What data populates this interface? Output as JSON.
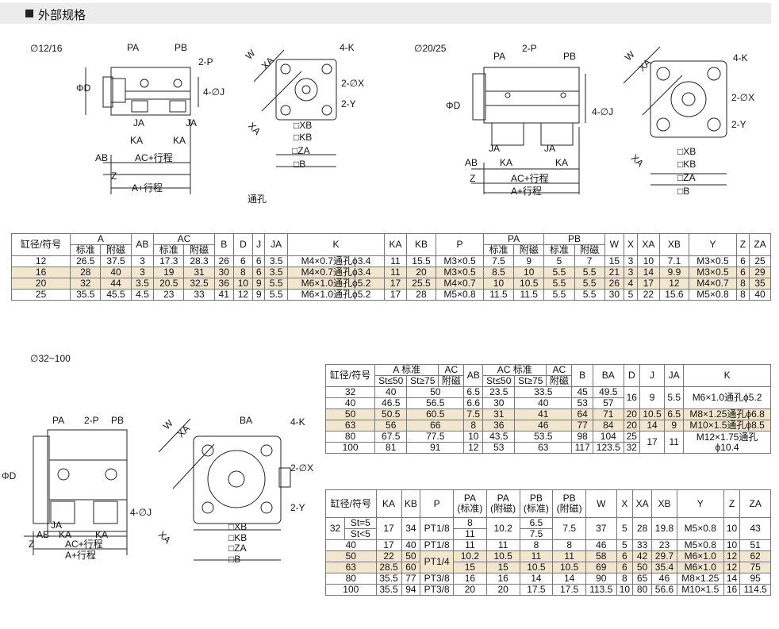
{
  "header": {
    "title": "外部规格"
  },
  "sec1": {
    "d12_label": "∅12/16",
    "d20_label": "∅20/25",
    "through_hole": "通孔",
    "fig1": {
      "PA": "PA",
      "PB": "PB",
      "P2": "2-P",
      "PhiD": "ΦD",
      "J4": "4-∅J",
      "JA1": "JA",
      "JA2": "JA",
      "KA1": "KA",
      "KA2": "KA",
      "AB": "AB",
      "Z": "Z",
      "AC": "AC+行程",
      "A": "A+行程"
    },
    "fig2": {
      "W": "W",
      "XA1": "XA",
      "XA2": "XA",
      "K4": "4-K",
      "X2": "2-∅X",
      "Y2": "2-Y",
      "XB": "□XB",
      "KB": "□KB",
      "ZA": "□ZA",
      "B": "□B"
    },
    "fig3": {
      "PA": "PA",
      "PB": "PB",
      "P2": "2-P",
      "PhiD": "ΦD",
      "J4": "4-∅J",
      "JA1": "JA",
      "JA2": "JA",
      "KA1": "KA",
      "KA2": "KA",
      "AB": "AB",
      "Z": "Z",
      "AC": "AC+行程",
      "A": "A+行程"
    },
    "fig4": {
      "W": "W",
      "XA1": "XA",
      "XA2": "XA",
      "K4": "4-K",
      "X2": "2-∅X",
      "Y2": "2-Y",
      "XB": "□XB",
      "KB": "□KB",
      "ZA": "□ZA",
      "B": "□B"
    }
  },
  "table1": {
    "h1": [
      "缸径/符号",
      "A",
      "AB",
      "AC",
      "B",
      "D",
      "J",
      "JA",
      "K",
      "KA",
      "KB",
      "P",
      "PA",
      "PB",
      "W",
      "X",
      "XA",
      "XB",
      "Y",
      "Z",
      "ZA"
    ],
    "h2": [
      "标准",
      "附磁",
      "标准",
      "附磁",
      "标准",
      "附磁",
      "标准",
      "附磁"
    ],
    "rows": [
      [
        "12",
        "26.5",
        "37.5",
        "3",
        "17.3",
        "28.3",
        "26",
        "6",
        "6",
        "3.5",
        "M4×0.7通孔ϕ3.4",
        "11",
        "15.5",
        "M3×0.5",
        "7.5",
        "9",
        "5",
        "7",
        "15",
        "3",
        "10",
        "7.1",
        "M3×0.5",
        "6",
        "25"
      ],
      [
        "16",
        "28",
        "40",
        "3",
        "19",
        "31",
        "30",
        "8",
        "6",
        "3.5",
        "M4×0.7通孔ϕ3.4",
        "11",
        "20",
        "M3×0.5",
        "8.5",
        "10",
        "5.5",
        "5.5",
        "21",
        "3",
        "14",
        "9.9",
        "M3×0.5",
        "6",
        "29"
      ],
      [
        "20",
        "32",
        "44",
        "3.5",
        "20.5",
        "32.5",
        "36",
        "10",
        "9",
        "5.5",
        "M6×1.0通孔ϕ5.2",
        "17",
        "25.5",
        "M4×0.7",
        "10",
        "10.5",
        "5.5",
        "5.5",
        "26",
        "4",
        "17",
        "12",
        "M4×0.7",
        "8",
        "35"
      ],
      [
        "25",
        "35.5",
        "45.5",
        "4.5",
        "23",
        "33",
        "41",
        "12",
        "9",
        "5.5",
        "M6×1.0通孔ϕ5.2",
        "17",
        "28",
        "M5×0.8",
        "11.5",
        "11.5",
        "5.5",
        "5.5",
        "30",
        "5",
        "22",
        "15.6",
        "M5×0.8",
        "8",
        "40"
      ]
    ]
  },
  "sec2": {
    "d32_label": "∅32~100",
    "fig5": {
      "PA": "PA",
      "P2": "2-P",
      "PB": "PB",
      "PhiD": "ΦD",
      "J4": "4-∅J",
      "JA": "JA",
      "AB": "AB",
      "KA1": "KA",
      "KA2": "KA",
      "Z": "Z",
      "AC": "AC+行程",
      "A": "A+行程"
    },
    "fig6": {
      "W": "W",
      "XA1": "XA",
      "XA2": "XA",
      "BA": "BA",
      "K4": "4-K",
      "X2": "2-∅X",
      "Y2": "2-Y",
      "XB": "□XB",
      "KB": "□KB",
      "ZA": "□ZA",
      "B": "□B"
    }
  },
  "table2": {
    "h1": [
      "缸径/符号",
      "A 标准",
      "AC",
      "AB",
      "AC 标准",
      "AC",
      "B",
      "BA",
      "D",
      "J",
      "JA",
      "K"
    ],
    "h1b": [
      "附磁",
      "附磁"
    ],
    "h2": [
      "St≤50",
      "St≥75",
      "St≤50",
      "St≥75"
    ],
    "rows": [
      [
        "32",
        "40",
        "50",
        "6.5",
        "23.5",
        "33.5",
        "45",
        "49.5"
      ],
      [
        "40",
        "46.5",
        "56.5",
        "6.6",
        "30",
        "40",
        "53",
        "57"
      ],
      [
        "50",
        "50.5",
        "60.5",
        "7.5",
        "31",
        "41",
        "64",
        "71"
      ],
      [
        "63",
        "56",
        "66",
        "8",
        "36",
        "46",
        "77",
        "84"
      ],
      [
        "80",
        "67.5",
        "77.5",
        "10",
        "43.5",
        "53.5",
        "98",
        "104"
      ],
      [
        "100",
        "81",
        "91",
        "12",
        "53",
        "63",
        "117",
        "123.5"
      ]
    ],
    "D": [
      "16",
      "20",
      "20",
      "25",
      "32"
    ],
    "J": [
      "9",
      "10.5",
      "14",
      "17"
    ],
    "JA": [
      "5.5",
      "6.5",
      "9",
      "11"
    ],
    "K": [
      "M6×1.0通孔ϕ5.2",
      "M8×1.25通孔ϕ6.8",
      "M10×1.5通孔ϕ8.5",
      "M12×1.75通孔",
      "ϕ10.4"
    ]
  },
  "table3": {
    "h": [
      "缸径/符号",
      "KA",
      "KB",
      "P",
      "PA",
      "PA",
      "PB",
      "PB",
      "W",
      "X",
      "XA",
      "XB",
      "Y",
      "Z",
      "ZA"
    ],
    "hsub": [
      "(标准)",
      "(附磁)",
      "(标准)",
      "(附磁)"
    ],
    "r32": {
      "bore": "32",
      "st1": "St=5",
      "st2": "St<5",
      "KA": "17",
      "KB": "34",
      "P": "PT1/8",
      "PA1a": "8",
      "PA1b": "11",
      "PA2": "10.2",
      "PB1a": "6.5",
      "PB1b": "7.5",
      "PB2": "7.5",
      "W": "37",
      "X": "5",
      "XA": "28",
      "XB": "19.8",
      "Y": "M5×0.8",
      "Z": "10",
      "ZA": "43"
    },
    "rows": [
      [
        "40",
        "17",
        "40",
        "PT1/8",
        "11",
        "11",
        "8",
        "8",
        "46",
        "5",
        "33",
        "23",
        "M5×0.8",
        "10",
        "51"
      ],
      [
        "50",
        "22",
        "50",
        "PT1/4",
        "10.2",
        "10.5",
        "11",
        "11",
        "58",
        "6",
        "42",
        "29.7",
        "M6×1.0",
        "12",
        "62"
      ],
      [
        "63",
        "28.5",
        "60",
        "",
        "15",
        "15",
        "10.5",
        "10.5",
        "69",
        "6",
        "50",
        "35.4",
        "M6×1.0",
        "12",
        "75"
      ],
      [
        "80",
        "35.5",
        "77",
        "PT3/8",
        "16",
        "16",
        "14",
        "14",
        "90",
        "8",
        "65",
        "46",
        "M8×1.25",
        "14",
        "95"
      ],
      [
        "100",
        "35.5",
        "94",
        "PT3/8",
        "20",
        "20",
        "17.5",
        "17.5",
        "113.5",
        "10",
        "80",
        "56.6",
        "M10×1.5",
        "16",
        "114.5"
      ]
    ]
  }
}
